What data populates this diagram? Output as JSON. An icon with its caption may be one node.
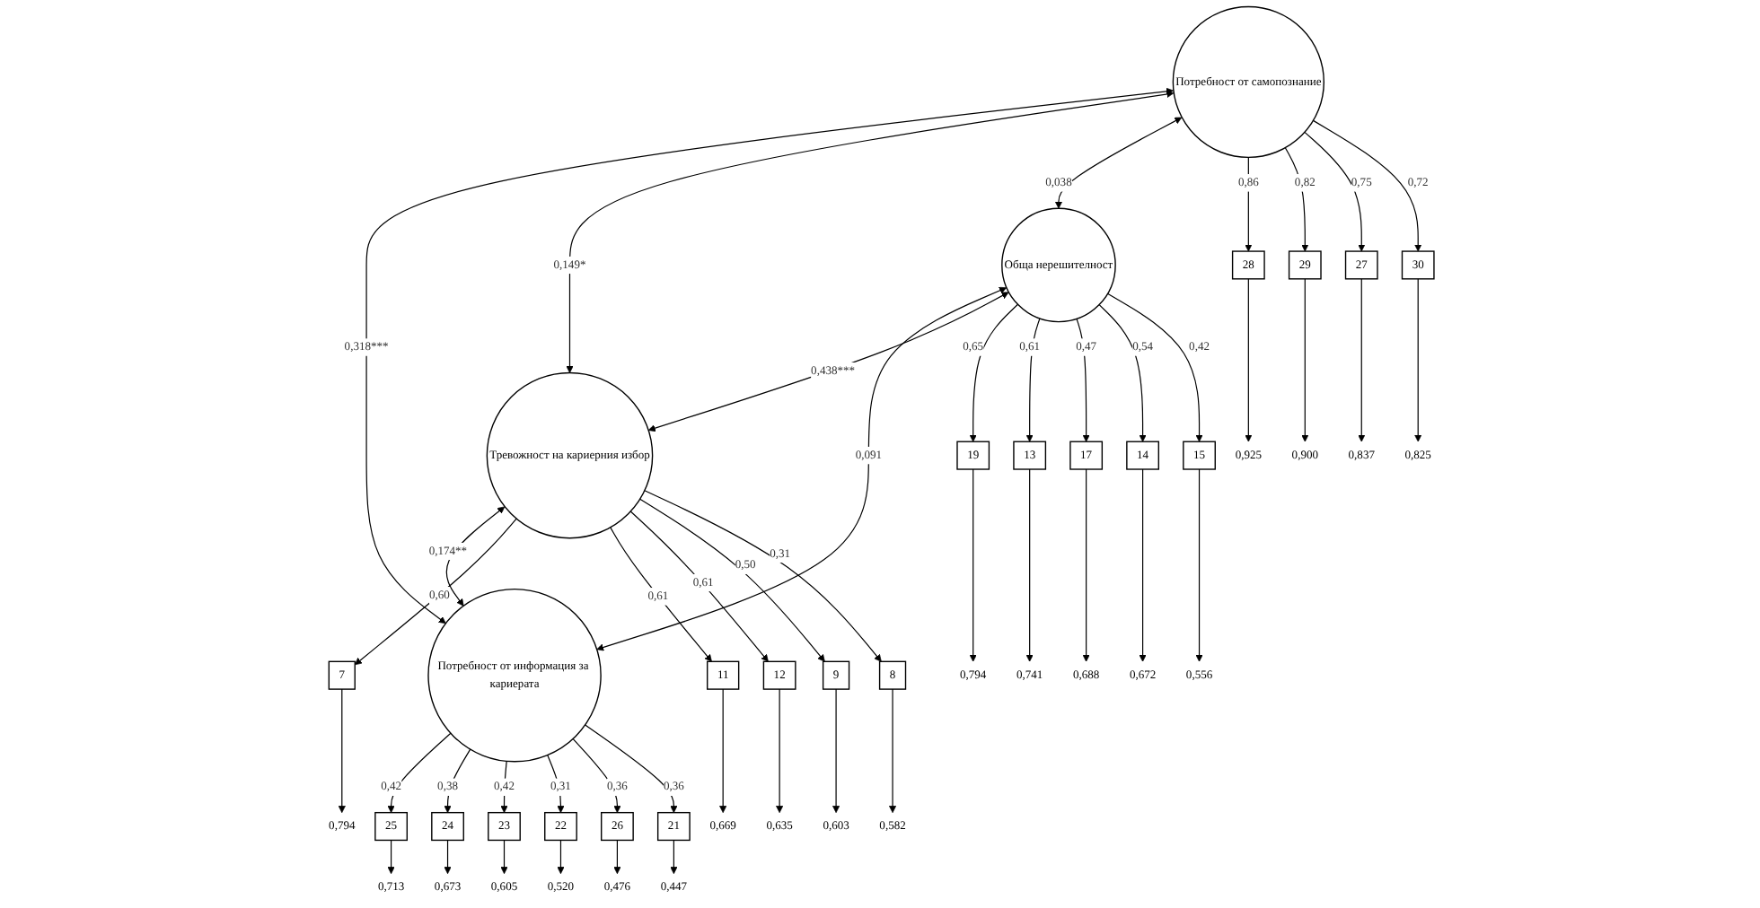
{
  "diagram": {
    "nodes": [
      {
        "text": [
          "Потребност от самопознание"
        ]
      },
      {
        "text": [
          "Обща нерешителност"
        ]
      },
      {
        "text": [
          "Тревожност на кариерния избор"
        ]
      },
      {
        "text": [
          "Потребност от информация за кариерата"
        ]
      },
      {
        "text": [
          "28"
        ]
      },
      {
        "text": [
          "29"
        ]
      },
      {
        "text": [
          "27"
        ]
      },
      {
        "text": [
          "30"
        ]
      },
      {
        "text": [
          "19"
        ]
      },
      {
        "text": [
          "13"
        ]
      },
      {
        "text": [
          "17"
        ]
      },
      {
        "text": [
          "14"
        ]
      },
      {
        "text": [
          "15"
        ]
      },
      {
        "text": [
          "7"
        ]
      },
      {
        "text": [
          "11"
        ]
      },
      {
        "text": [
          "12"
        ]
      },
      {
        "text": [
          "9"
        ]
      },
      {
        "text": [
          "8"
        ]
      },
      {
        "text": [
          "25"
        ]
      },
      {
        "text": [
          "24"
        ]
      },
      {
        "text": [
          "23"
        ]
      },
      {
        "text": [
          "22"
        ]
      },
      {
        "text": [
          "26"
        ]
      },
      {
        "text": [
          "21"
        ]
      },
      {
        "text": [
          "0,925"
        ]
      },
      {
        "text": [
          "0,900"
        ]
      },
      {
        "text": [
          "0,837"
        ]
      },
      {
        "text": [
          "0,825"
        ]
      },
      {
        "text": [
          "0,794"
        ]
      },
      {
        "text": [
          "0,741"
        ]
      },
      {
        "text": [
          "0,688"
        ]
      },
      {
        "text": [
          "0,672"
        ]
      },
      {
        "text": [
          "0,556"
        ]
      },
      {
        "text": [
          "0,794"
        ]
      },
      {
        "text": [
          "0,669"
        ]
      },
      {
        "text": [
          "0,635"
        ]
      },
      {
        "text": [
          "0,603"
        ]
      },
      {
        "text": [
          "0,582"
        ]
      },
      {
        "text": [
          "0,713"
        ]
      },
      {
        "text": [
          "0,673"
        ]
      },
      {
        "text": [
          "0,605"
        ]
      },
      {
        "text": [
          "0,520"
        ]
      },
      {
        "text": [
          "0,476"
        ]
      },
      {
        "text": [
          "0,447"
        ]
      }
    ],
    "edges": [
      {
        "from": 0,
        "to": 3,
        "arrow": "both",
        "label": "0,318***"
      },
      {
        "from": 0,
        "to": 2,
        "arrow": "both",
        "label": "0,149*"
      },
      {
        "from": 1,
        "to": 3,
        "arrow": "both",
        "label": "0,091"
      },
      {
        "from": 0,
        "to": 1,
        "arrow": "both",
        "label": "0,038"
      },
      {
        "from": 1,
        "to": 2,
        "arrow": "both",
        "label": "0,438***"
      },
      {
        "from": 2,
        "to": 3,
        "arrow": "both",
        "label": "0,174**"
      },
      {
        "from": 0,
        "to": 4,
        "arrow": "to",
        "label": "0,86"
      },
      {
        "from": 0,
        "to": 5,
        "arrow": "to",
        "label": "0,82"
      },
      {
        "from": 0,
        "to": 6,
        "arrow": "to",
        "label": "0,75"
      },
      {
        "from": 0,
        "to": 7,
        "arrow": "to",
        "label": "0,72"
      },
      {
        "from": 1,
        "to": 8,
        "arrow": "to",
        "label": "0,65"
      },
      {
        "from": 1,
        "to": 9,
        "arrow": "to",
        "label": "0,61"
      },
      {
        "from": 1,
        "to": 10,
        "arrow": "to",
        "label": "0,47"
      },
      {
        "from": 1,
        "to": 11,
        "arrow": "to",
        "label": "0,54"
      },
      {
        "from": 1,
        "to": 12,
        "arrow": "to",
        "label": "0,42"
      },
      {
        "from": 2,
        "to": 13,
        "arrow": "to",
        "label": "0,60"
      },
      {
        "from": 2,
        "to": 14,
        "arrow": "to",
        "label": "0,61"
      },
      {
        "from": 2,
        "to": 15,
        "arrow": "to",
        "label": "0,61"
      },
      {
        "from": 2,
        "to": 16,
        "arrow": "to",
        "label": "0,50"
      },
      {
        "from": 2,
        "to": 17,
        "arrow": "to",
        "label": "0,31"
      },
      {
        "from": 3,
        "to": 18,
        "arrow": "to",
        "label": "0,42"
      },
      {
        "from": 3,
        "to": 19,
        "arrow": "to",
        "label": "0,38"
      },
      {
        "from": 3,
        "to": 20,
        "arrow": "to",
        "label": "0,42"
      },
      {
        "from": 3,
        "to": 21,
        "arrow": "to",
        "label": "0,31"
      },
      {
        "from": 3,
        "to": 22,
        "arrow": "to",
        "label": "0,36"
      },
      {
        "from": 3,
        "to": 23,
        "arrow": "to",
        "label": "0,36"
      },
      {
        "from": 4,
        "to": 24,
        "arrow": "to"
      },
      {
        "from": 5,
        "to": 25,
        "arrow": "to"
      },
      {
        "from": 6,
        "to": 26,
        "arrow": "to"
      },
      {
        "from": 7,
        "to": 27,
        "arrow": "to"
      },
      {
        "from": 8,
        "to": 28,
        "arrow": "to"
      },
      {
        "from": 9,
        "to": 29,
        "arrow": "to"
      },
      {
        "from": 10,
        "to": 30,
        "arrow": "to"
      },
      {
        "from": 11,
        "to": 31,
        "arrow": "to"
      },
      {
        "from": 12,
        "to": 32,
        "arrow": "to"
      },
      {
        "from": 13,
        "to": 33,
        "arrow": "to"
      },
      {
        "from": 14,
        "to": 34,
        "arrow": "to"
      },
      {
        "from": 15,
        "to": 35,
        "arrow": "to"
      },
      {
        "from": 16,
        "to": 36,
        "arrow": "to"
      },
      {
        "from": 17,
        "to": 37,
        "arrow": "to"
      },
      {
        "from": 18,
        "to": 38,
        "arrow": "to"
      },
      {
        "from": 19,
        "to": 39,
        "arrow": "to"
      },
      {
        "from": 20,
        "to": 40,
        "arrow": "to"
      },
      {
        "from": 21,
        "to": 41,
        "arrow": "to"
      },
      {
        "from": 22,
        "to": 42,
        "arrow": "to"
      },
      {
        "from": 23,
        "to": 43,
        "arrow": "to"
      }
    ]
  }
}
